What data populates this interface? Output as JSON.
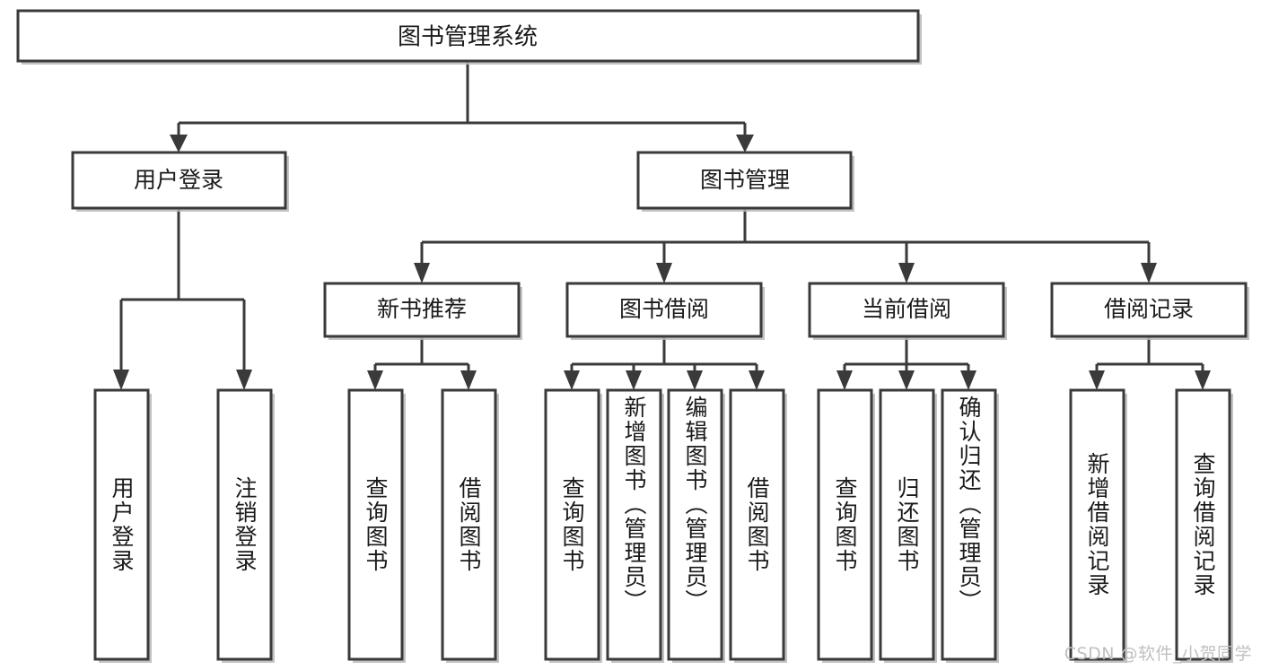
{
  "diagram": {
    "kind": "tree-hierarchy-chart",
    "root": {
      "id": "root",
      "label": "图书管理系统",
      "orientation": "horizontal"
    },
    "level2": [
      {
        "id": "user-login",
        "label": "用户登录",
        "orientation": "horizontal"
      },
      {
        "id": "book-manage",
        "label": "图书管理",
        "orientation": "horizontal"
      }
    ],
    "level3": [
      {
        "id": "new-book-recommend",
        "label": "新书推荐",
        "orientation": "horizontal",
        "parent": "book-manage"
      },
      {
        "id": "book-borrow",
        "label": "图书借阅",
        "orientation": "horizontal",
        "parent": "book-manage"
      },
      {
        "id": "current-borrow",
        "label": "当前借阅",
        "orientation": "horizontal",
        "parent": "book-manage"
      },
      {
        "id": "borrow-record",
        "label": "借阅记录",
        "orientation": "horizontal",
        "parent": "book-manage"
      }
    ],
    "leaves": [
      {
        "id": "leaf-user-login",
        "label": "用户登录",
        "orientation": "vertical",
        "parent": "user-login"
      },
      {
        "id": "leaf-user-logout",
        "label": "注销登录",
        "orientation": "vertical",
        "parent": "user-login"
      },
      {
        "id": "leaf-query-book-1",
        "label": "查询图书",
        "orientation": "vertical",
        "parent": "new-book-recommend"
      },
      {
        "id": "leaf-borrow-book-1",
        "label": "借阅图书",
        "orientation": "vertical",
        "parent": "new-book-recommend"
      },
      {
        "id": "leaf-query-book-2",
        "label": "查询图书",
        "orientation": "vertical",
        "parent": "book-borrow"
      },
      {
        "id": "leaf-add-book",
        "label": "新增图书（管理员）",
        "orientation": "vertical",
        "parent": "book-borrow"
      },
      {
        "id": "leaf-edit-book",
        "label": "编辑图书（管理员）",
        "orientation": "vertical",
        "parent": "book-borrow"
      },
      {
        "id": "leaf-borrow-book-2",
        "label": "借阅图书",
        "orientation": "vertical",
        "parent": "book-borrow"
      },
      {
        "id": "leaf-query-book-3",
        "label": "查询图书",
        "orientation": "vertical",
        "parent": "current-borrow"
      },
      {
        "id": "leaf-return-book",
        "label": "归还图书",
        "orientation": "vertical",
        "parent": "current-borrow"
      },
      {
        "id": "leaf-confirm-return",
        "label": "确认归还（管理员）",
        "orientation": "vertical",
        "parent": "current-borrow"
      },
      {
        "id": "leaf-add-record",
        "label": "新增借阅记录",
        "orientation": "vertical",
        "parent": "borrow-record"
      },
      {
        "id": "leaf-query-record",
        "label": "查询借阅记录",
        "orientation": "vertical",
        "parent": "borrow-record"
      }
    ],
    "colors": {
      "box_fill": "#ffffff",
      "box_stroke": "#3a3a3a",
      "connector": "#3a3a3a",
      "text": "#1a1a1a",
      "background": "#ffffff",
      "watermark": "#c0c0c0"
    }
  },
  "watermark": {
    "text": "CSDN @软件_小贺同学"
  }
}
